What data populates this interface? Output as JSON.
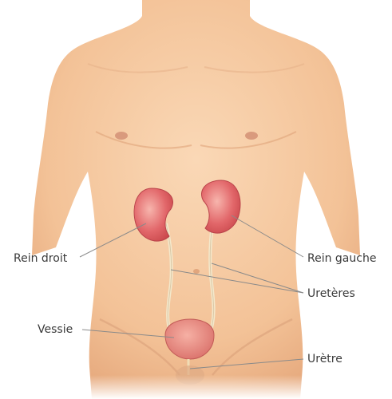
{
  "labels": {
    "right_kidney": "Rein droit",
    "left_kidney": "Rein gauche",
    "ureters": "Uretères",
    "bladder": "Vessie",
    "urethra": "Urètre"
  },
  "colors": {
    "skin": "#f5c9a1",
    "skin_shadow": "#e7ad80",
    "kidney": "#d9585a",
    "kidney_light": "#f4a3a0",
    "bladder": "#e8817a",
    "ureter": "#f3e6c8",
    "leader_line": "#8a8a8a",
    "text": "#3a3a3a"
  }
}
